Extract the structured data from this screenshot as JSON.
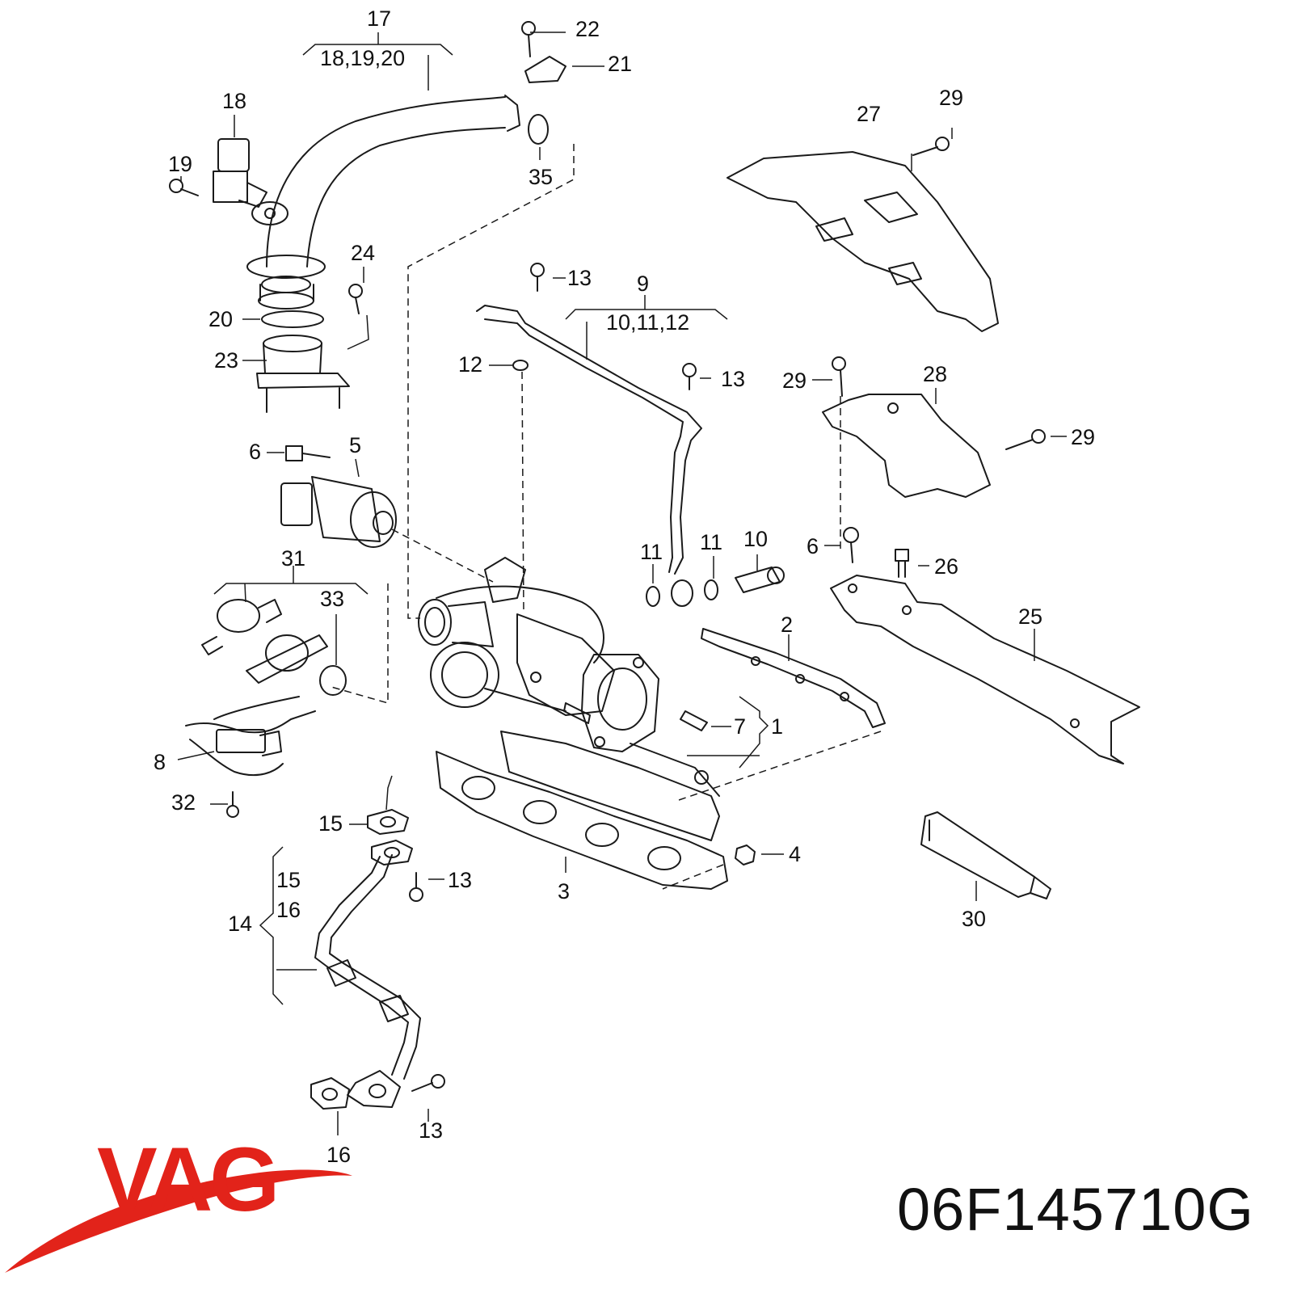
{
  "brand": {
    "name": "VAG",
    "color": "#e2231a"
  },
  "part_number": "06F145710G",
  "callouts": {
    "c1": "1",
    "c2": "2",
    "c3": "3",
    "c4": "4",
    "c5": "5",
    "c6a": "6",
    "c6b": "6",
    "c7": "7",
    "c8": "8",
    "c9": "9",
    "c9sub": "10,11,12",
    "c10": "10",
    "c11a": "11",
    "c11b": "11",
    "c12": "12",
    "c13a": "13",
    "c13b": "13",
    "c13c": "13",
    "c13d": "13",
    "c14": "14",
    "c14s1": "15",
    "c14s2": "16",
    "c15": "15",
    "c16": "16",
    "c17": "17",
    "c17sub": "18,19,20",
    "c18": "18",
    "c19": "19",
    "c20": "20",
    "c21": "21",
    "c22": "22",
    "c23": "23",
    "c24": "24",
    "c25": "25",
    "c26": "26",
    "c27": "27",
    "c28": "28",
    "c29a": "29",
    "c29b": "29",
    "c29c": "29",
    "c30": "30",
    "c31": "31",
    "c32": "32",
    "c33": "33",
    "c35": "35"
  }
}
